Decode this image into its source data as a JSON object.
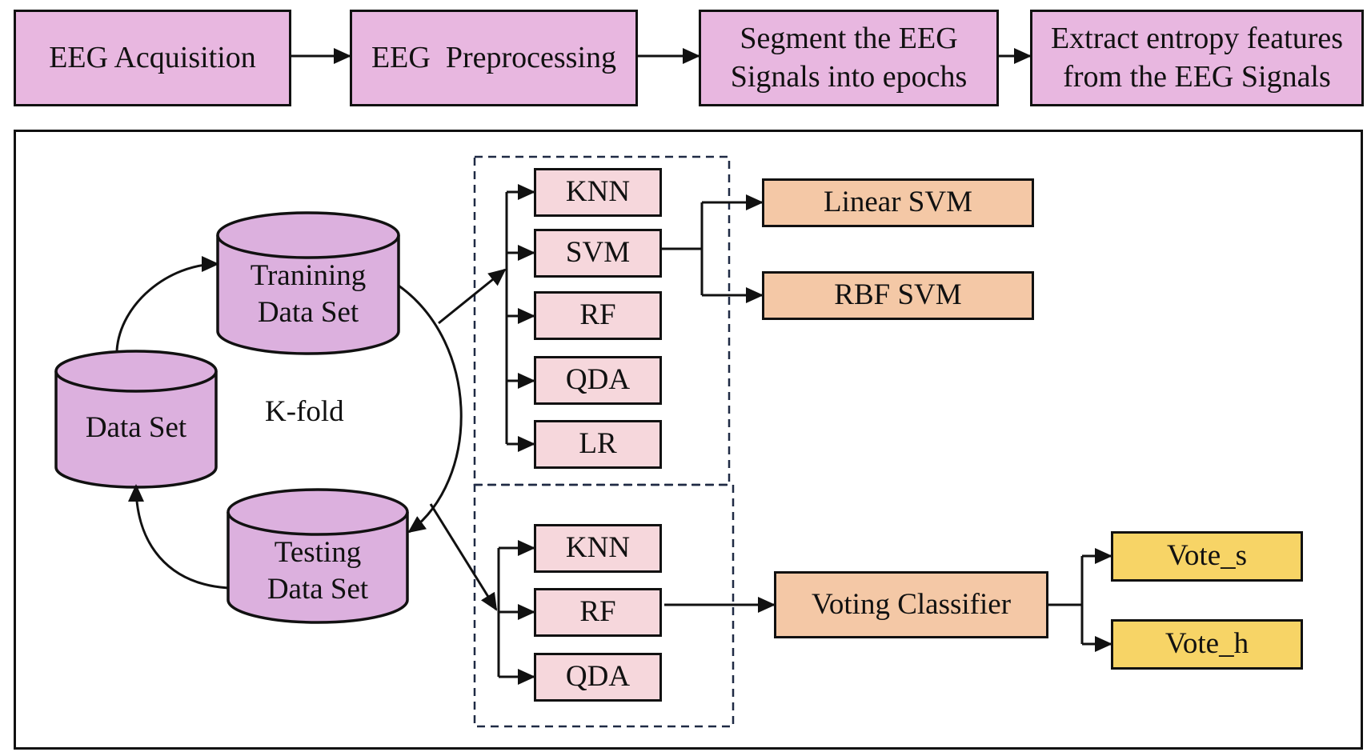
{
  "pipeline": {
    "step1": "EEG Acquisition",
    "step2": "EEG  Preprocessing",
    "step3_line1": "Segment the EEG",
    "step3_line2": "Signals into epochs",
    "step4_line1": "Extract entropy features",
    "step4_line2": "from the EEG Signals"
  },
  "datasets": {
    "full": "Data Set",
    "training_line1": "Tranining",
    "training_line2": "Data Set",
    "testing_line1": "Testing",
    "testing_line2": "Data Set",
    "kfold": "K-fold"
  },
  "training_classifiers": [
    "KNN",
    "SVM",
    "RF",
    "QDA",
    "LR"
  ],
  "svm_variants": [
    "Linear SVM",
    "RBF SVM"
  ],
  "testing_classifiers": [
    "KNN",
    "RF",
    "QDA"
  ],
  "ensemble": {
    "voting": "Voting Classifier",
    "vote_soft": "Vote_s",
    "vote_hard": "Vote_h"
  },
  "colors": {
    "pipeline_fill": "#e8b7e0",
    "cylinder_fill": "#dcb0de",
    "classifier_fill": "#f6d7dc",
    "svm_voting_fill": "#f4c8a6",
    "vote_fill": "#f7d466",
    "dashed_border": "#1f2a44"
  }
}
